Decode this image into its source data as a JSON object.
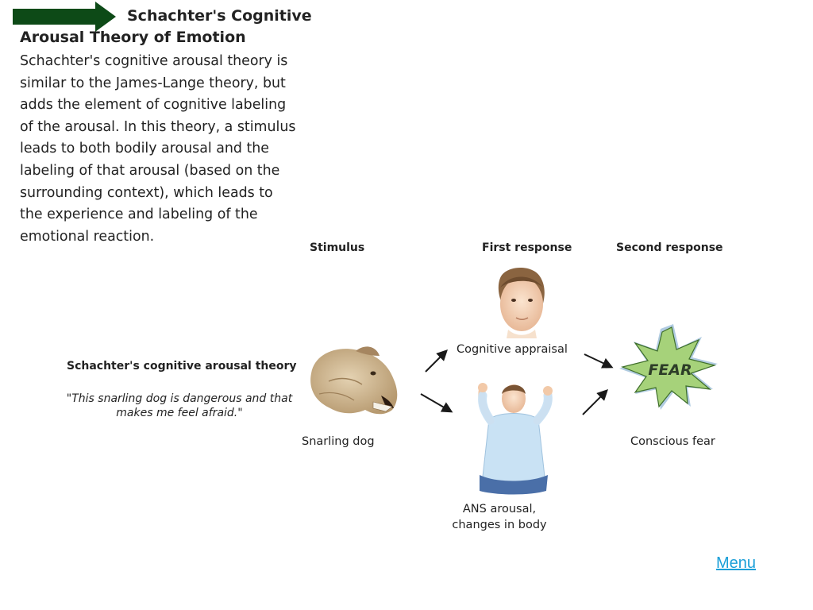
{
  "title": {
    "line1": "Schachter's Cognitive",
    "line2": "Arousal Theory of Emotion"
  },
  "body_lines": [
    "Schachter's cognitive arousal theory is",
    "similar to the James-Lange theory, but",
    "adds the element of cognitive labeling",
    "of the arousal. In this theory, a stimulus",
    "leads to both bodily arousal and the",
    "labeling of that arousal (based on the",
    "surrounding context), which leads to",
    "the experience and labeling of the",
    "emotional reaction."
  ],
  "diagram": {
    "headers": {
      "stimulus": "Stimulus",
      "first": "First response",
      "second": "Second response"
    },
    "theory_name": "Schachter's cognitive arousal theory",
    "quote": "\"This snarling dog is dangerous and that makes me feel afraid.\"",
    "stimulus_label": "Snarling dog",
    "cognitive_label": "Cognitive appraisal",
    "ans_label_1": "ANS arousal,",
    "ans_label_2": "changes in body",
    "fear_word": "FEAR",
    "fear_label": "Conscious fear"
  },
  "nav": {
    "menu_label": "Menu"
  },
  "colors": {
    "arrow": "#0d4a17",
    "fear_star": "#a6d27a",
    "link": "#1a9fd8"
  }
}
